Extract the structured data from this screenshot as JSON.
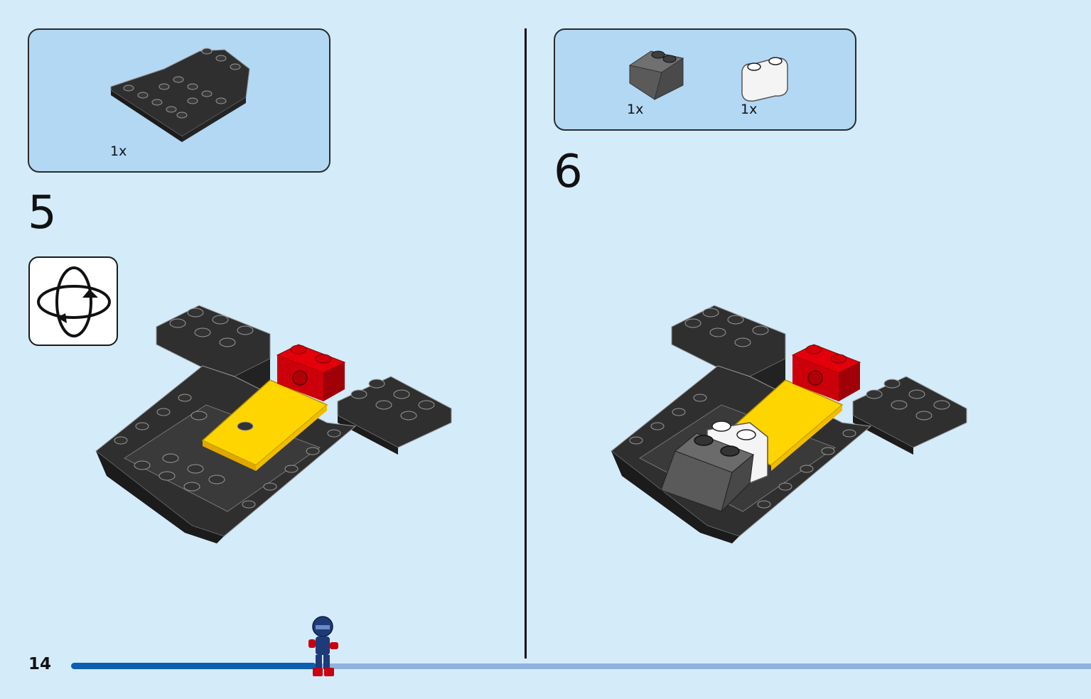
{
  "page": {
    "number": "14",
    "progress_percent": 29
  },
  "steps": [
    {
      "number": "5",
      "parts": [
        {
          "part": "black-inverted-slope-plate",
          "quantity": "1x"
        }
      ],
      "rotate_model": true
    },
    {
      "number": "6",
      "parts": [
        {
          "part": "dark-gray-slope-brick",
          "quantity": "1x"
        },
        {
          "part": "white-round-brick",
          "quantity": "1x"
        }
      ]
    }
  ],
  "icons": {
    "rotate": "rotate-model-icon",
    "minifigure": "blue-helmet-minifigure-icon"
  },
  "colors": {
    "background": "#d4ebfa",
    "parts_box": "#b3d8f4",
    "progress_done": "#0a5fb0",
    "progress_rest": "#8fb3e0",
    "brick_black": "#2f2f2f",
    "brick_red": "#e3000b",
    "brick_yellow": "#ffd500",
    "brick_gray": "#6b6b6b",
    "brick_white": "#f4f4f4"
  }
}
